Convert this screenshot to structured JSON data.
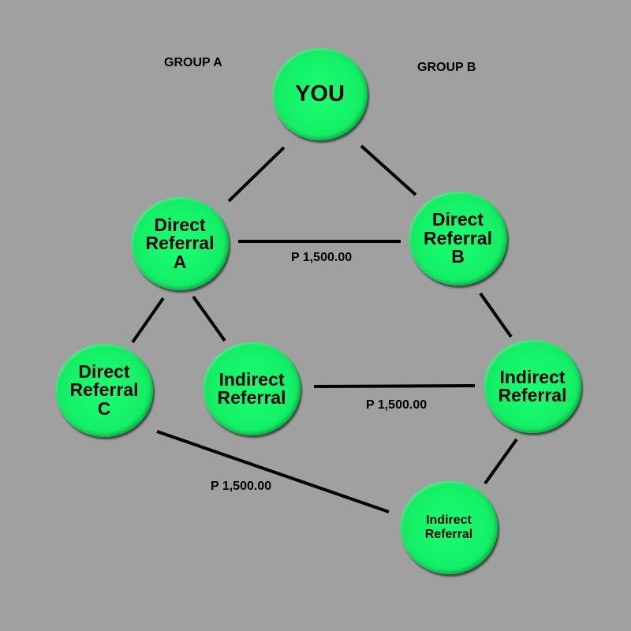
{
  "groups": {
    "a": "GROUP A",
    "b": "GROUP B"
  },
  "nodes": {
    "you": "YOU",
    "direct_a": "Direct\nReferral\nA",
    "direct_b": "Direct\nReferral\nB",
    "direct_c": "Direct\nReferral\nC",
    "indirect_1": "Indirect\nReferral",
    "indirect_2": "Indirect\nReferral",
    "indirect_3": "Indirect\nReferral"
  },
  "amounts": {
    "ab": "P 1,500.00",
    "indirect_pair": "P 1,500.00",
    "c_indirect": "P 1,500.00"
  },
  "colors": {
    "background": "#a0a0a0",
    "node_fill": "#14f066",
    "line": "#000000"
  }
}
